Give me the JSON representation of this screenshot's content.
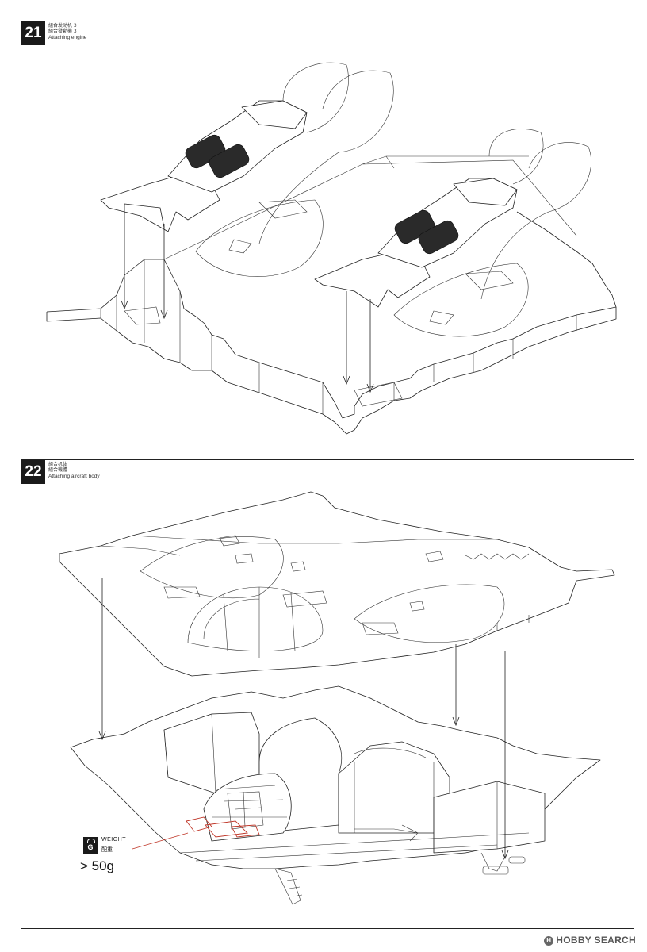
{
  "steps": [
    {
      "number": "21",
      "title_cn_simplified": "組合发动机 3",
      "title_cn_traditional": "組合發動機 3",
      "title_en": "Attaching engine"
    },
    {
      "number": "22",
      "title_cn_simplified": "組合机体",
      "title_cn_traditional": "組合機體",
      "title_en": "Attaching aircraft body"
    }
  ],
  "weight": {
    "icon_letter": "G",
    "label_en": "WEIGHT",
    "label_cn": "配重",
    "value": "> 50g"
  },
  "footer": {
    "brand": "HOBBY SEARCH",
    "icon_letter": "H"
  }
}
